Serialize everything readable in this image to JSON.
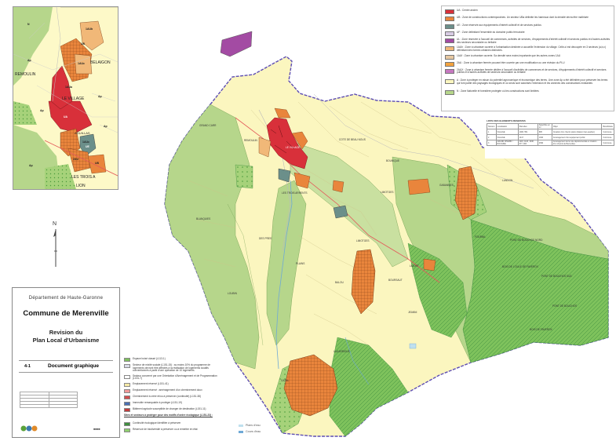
{
  "title_card": {
    "department": "Département de Haute-Garonne",
    "commune": "Commune de Merenville",
    "revision_line1": "Revision du",
    "revision_line2": "Plan Local d'Urbanisme",
    "doc_number": "4-1",
    "doc_title": "Document graphique"
  },
  "colors": {
    "ua": "#d8303a",
    "ub": "#e9853c",
    "ue": "#6b8f8a",
    "ux": "#d7cbe3",
    "ul": "#a34ba3",
    "one_auh": "#f1b878",
    "one_auf": "#e7c8a2",
    "two_au": "#f3a23e",
    "a": "#fbf6bf",
    "n": "#b6d68b",
    "forest": "#67b04d",
    "boundary": "#5d4db3",
    "road": "#e45a5a"
  },
  "legend_top": [
    {
      "code": "UA",
      "text": "UA : Centre ancien",
      "color": "#d8303a"
    },
    {
      "code": "UB",
      "text": "UB : Zone de constructions contemporaines. Un secteur UBa délimite les hameaux dont la densité devra être maîtrisée",
      "color": "#e9853c"
    },
    {
      "code": "UE",
      "text": "UE : Zone réservée aux équipements d'intérêt collectif et de services publics",
      "color": "#6b8f8a"
    },
    {
      "code": "UF",
      "text": "UF : Zone délimitant l'ensemble du domaine public ferroviaire",
      "color": "#d7cbe3"
    },
    {
      "code": "UL",
      "text": "UL : Zone réservée à l'accueil de commerces, activités de services, d'équipements d'intérêt collectif et services publics et d'autres activités des secteurs secondaire ou tertiaire",
      "color": "#a34ba3"
    },
    {
      "code": "1AUh",
      "text": "1AUh : Zone à urbaniser ouverte à l'urbanisation destinée à accueillir l'extension du village. Celle-ci est découpée en 3 secteurs (a,b,c) délimitant des formes urbaines distinctes.",
      "color": "#f1b878"
    },
    {
      "code": "1AUf",
      "text": "1AUf : Zone à urbaniser ouverte. Sa densité sera moins importante que les autres zones 1AU",
      "color": "#e7c8a2"
    },
    {
      "code": "2AU",
      "text": "2AU : Zone à urbaniser fermée pouvant être ouverte par une modification ou une révision du PLU",
      "color": "#f3a23e"
    },
    {
      "code": "2AUX",
      "text": "2AUX : Zone à urbaniser fermée dédiée à l'accueil d'activités de commerces et de services, d'équipements d'intérêt collectif et services publics et d'autres activités de secteurs secondaire ou tertiaire",
      "color": "#c678c0"
    },
    {
      "code": "A",
      "text": "A : Zone à protéger en raison du potentiel agronomique et économique des terres. Une zone Ap a été délimitée pour préserver les terres qui font partie des paysages écologiques et où seuls sont autorisés l'extension et les annexes des constructions existantes",
      "color": "#fbf6bf"
    },
    {
      "code": "N",
      "text": "N : Zone Naturelle et forestière protégée où les constructions sont limitées",
      "color": "#b6d68b"
    }
  ],
  "legend_bottom": [
    {
      "text": "Espace boisé classé (L113-1)",
      "color": "#7fbf5f"
    },
    {
      "text": "Secteur de mixité sociale (L151-15) : au moins 10% du programme de logements devront être affectés à la réalisation de logements locatifs conventionnés à partir d'une opération de 10 logements",
      "color": "#d9dbe8"
    },
    {
      "text": "Secteur concerné par une Orientation d'Aménagement et de Programmation (L151-7)",
      "color": "#ffffff"
    },
    {
      "text": "Emplacement réservé (L151-41)",
      "color": "#f6e9a6"
    },
    {
      "text": "Emplacement réservé : aménagement d'un cheminement doux",
      "color": "#f29a9a"
    },
    {
      "text": "Cheminement à créer et/ou à préserver (continuité) (L151-38)",
      "color": "#d34d4d"
    },
    {
      "text": "Immeuble remarquable à protéger (L151-19)",
      "color": "#4a6fb3"
    },
    {
      "text": "Bâtiment agricole susceptible de changer de destination (L151-11)",
      "color": "#c23b3b"
    },
    {
      "text": "Sites et secteurs à protéger pour des motifs d'ordre écologique (L151-23) :",
      "color": ""
    },
    {
      "text": "Continuité écologique identifiée à préserver",
      "color": "#3f8f3f"
    },
    {
      "text": "Réservoir de biodiversité à préserver ou à remettre en état",
      "color": "#8fcf6f"
    }
  ],
  "water_legend": [
    {
      "text": "Plans d'eau",
      "color": "#bfe0ee"
    },
    {
      "text": "Cours d'eau",
      "color": "#6fa9d6"
    }
  ],
  "er_table": {
    "title": "LISTE DES ELEMENTS RESERVES",
    "headers": [
      "Numéro",
      "Localisation",
      "Parcelles",
      "Superficie en m²",
      "Objet",
      "Bénéficiaire"
    ],
    "rows": [
      [
        "1",
        "VILLAGE",
        "1006, 551",
        "895",
        "Création d'un chemin piéton (liaison inter-quartier)",
        "Commune"
      ],
      [
        "2",
        "VILLAGE",
        "1417",
        "1300",
        "Aménagement d'un équipement public",
        "Commune"
      ],
      [
        "3",
        "GRAND CHEMIN / ROUGINE",
        "1116, 1120, 1048, 977, 903",
        "2390",
        "Aménagement de la voie départementale et création d'un chemin de Berrevilles",
        "Commune"
      ]
    ]
  },
  "north_label": "N",
  "inset_places": [
    "REMOULIN",
    "LE VILLAGE",
    "BELAIGON",
    "AGUILLAS",
    "LES TROIS A",
    "LION"
  ],
  "inset_zone_codes": [
    "1AUb",
    "1AUc",
    "1AUa",
    "1AUc",
    "2AU",
    "UB",
    "UB",
    "UA",
    "UE",
    "N",
    "Ap",
    "Ap",
    "Ap",
    "Ap",
    "Ap"
  ],
  "main_places": [
    "LE VILLAGE",
    "GRAND CARR",
    "REMOULIN",
    "COTE DE BEAU NOUS",
    "LIMOTGES",
    "BOUNIQUE",
    "LANDON",
    "GABANNES",
    "ROUSSEAUX",
    "FOURNIL",
    "BALOU",
    "LIGORT",
    "BOURSAUT",
    "JEANNI",
    "LAGARRIGUE",
    "PONT DE BOUCHOS NORD",
    "BOIS DE L'OULE DE FAVEROX",
    "PONT DE BOUCHOS SUD",
    "BOIS DE FAVEROX",
    "PONT DE BOUCHOS",
    "DES PRES",
    "PLAINS",
    "LIMOTGES",
    "LOUBIN",
    "BLANQUIES",
    "CAZAL",
    "LES TROIS ARRENTS"
  ]
}
